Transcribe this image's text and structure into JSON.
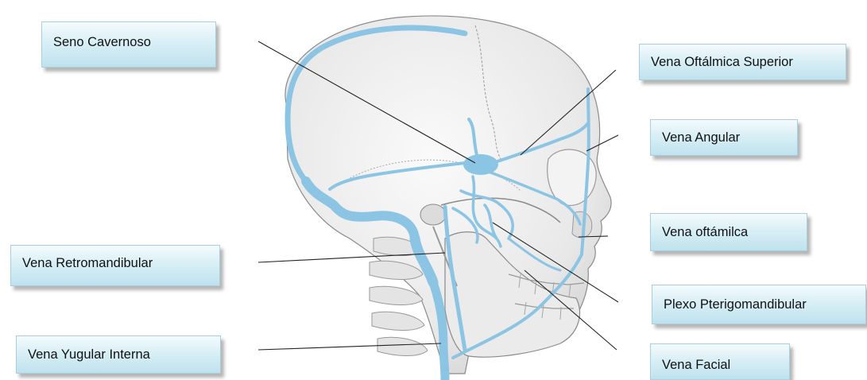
{
  "diagram": {
    "labels": {
      "seno_cavernoso": "Seno Cavernoso",
      "vena_oftalmica_superior": "Vena Oftálmica Superior",
      "vena_angular": "Vena Angular",
      "vena_oftamilca": "Vena oftámilca",
      "vena_retromandibular": "Vena Retromandibular",
      "plexo_pterigomandibular": "Plexo Pterigomandibular",
      "vena_yugular_interna": "Vena Yugular Interna",
      "vena_facial": "Vena Facial"
    },
    "colors": {
      "vein": "#8cc4e4",
      "vein_dark": "#5ea4cf",
      "bone": "#ececec",
      "bone_line": "#8a8a8a",
      "leader_line": "#222222",
      "label_fill": "#cfe9f2"
    }
  }
}
